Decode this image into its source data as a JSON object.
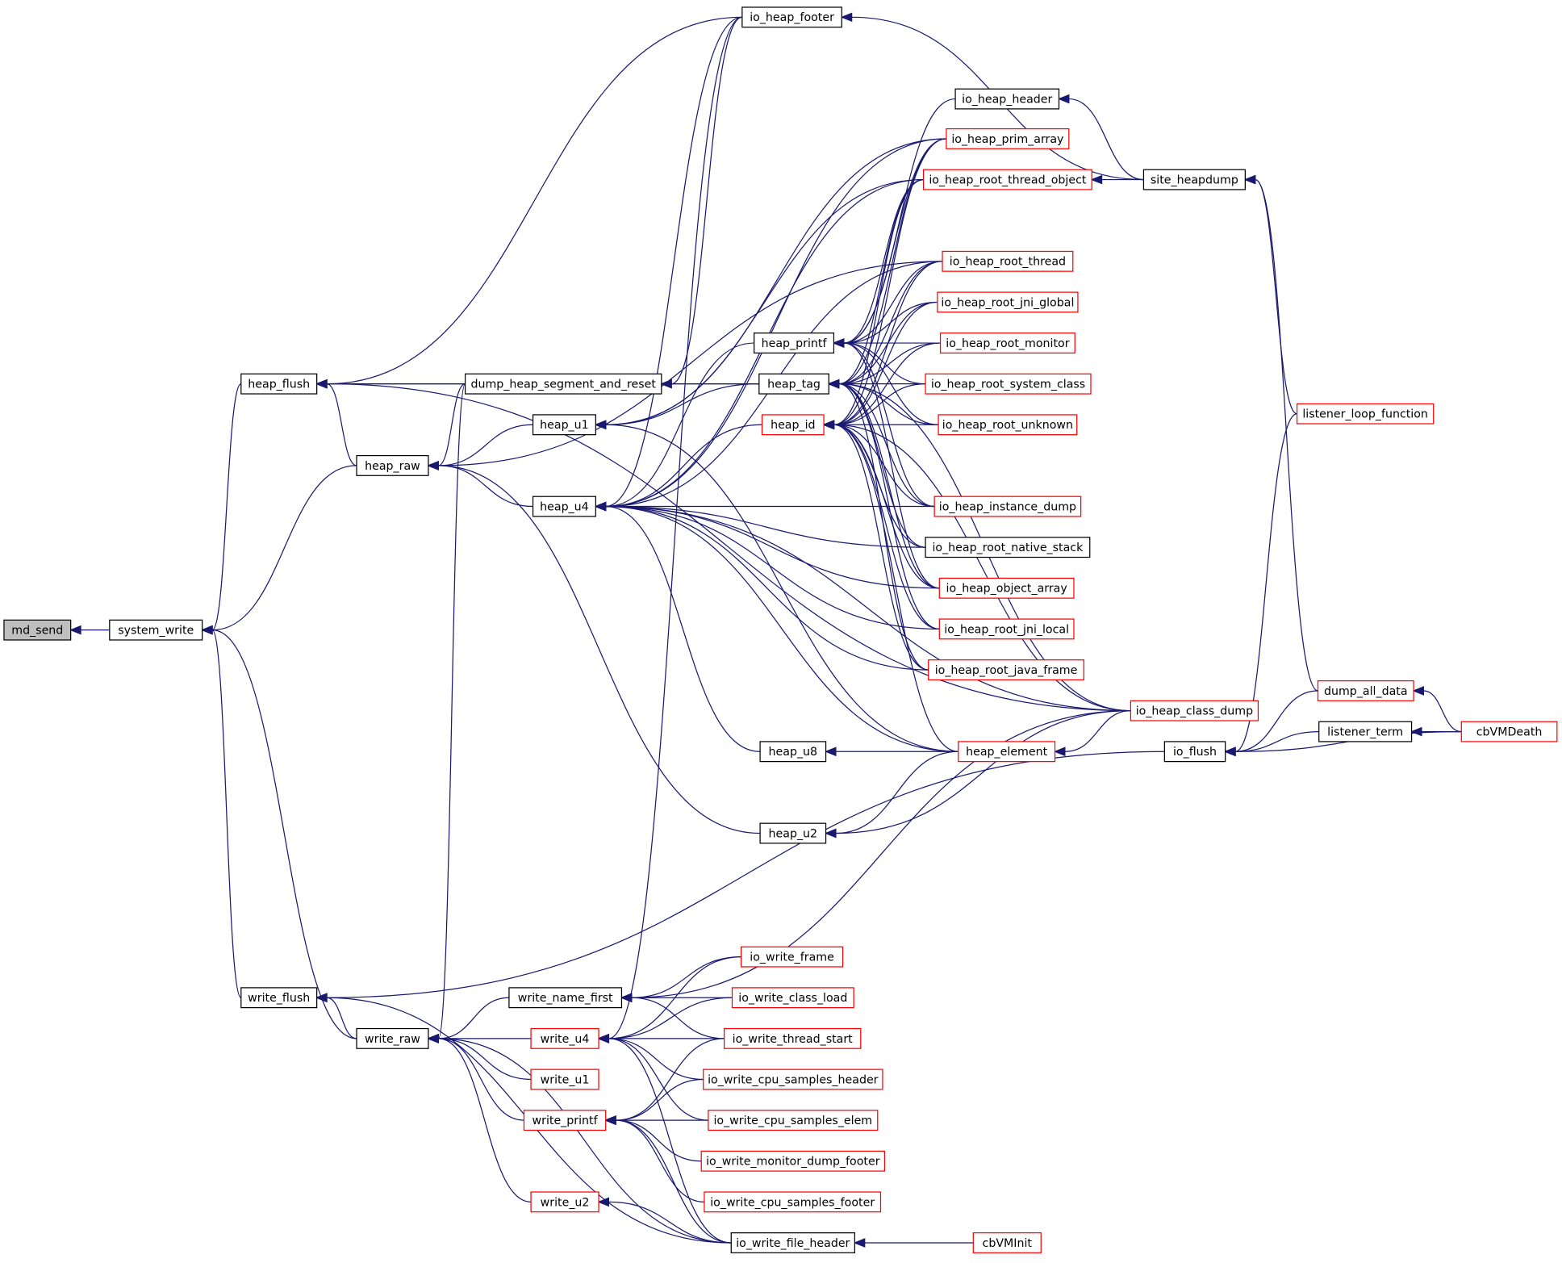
{
  "graph": {
    "edge_color": "#191970",
    "focus_fill": "#bfbfbf",
    "colors": {
      "black": "#000000",
      "red": "#ff0000"
    },
    "nodes": [
      {
        "id": "md_send",
        "label": "md_send",
        "border": "black",
        "focus": true
      },
      {
        "id": "system_write",
        "label": "system_write",
        "border": "black"
      },
      {
        "id": "heap_flush",
        "label": "heap_flush",
        "border": "black"
      },
      {
        "id": "heap_raw",
        "label": "heap_raw",
        "border": "black"
      },
      {
        "id": "write_flush",
        "label": "write_flush",
        "border": "black"
      },
      {
        "id": "write_raw",
        "label": "write_raw",
        "border": "black"
      },
      {
        "id": "io_heap_footer",
        "label": "io_heap_footer",
        "border": "black"
      },
      {
        "id": "dump_heap_segment_and_reset",
        "label": "dump_heap_segment_and_reset",
        "border": "black"
      },
      {
        "id": "heap_u1",
        "label": "heap_u1",
        "border": "black"
      },
      {
        "id": "heap_u4",
        "label": "heap_u4",
        "border": "black"
      },
      {
        "id": "heap_printf",
        "label": "heap_printf",
        "border": "black"
      },
      {
        "id": "heap_tag",
        "label": "heap_tag",
        "border": "black"
      },
      {
        "id": "heap_id",
        "label": "heap_id",
        "border": "red"
      },
      {
        "id": "heap_u8",
        "label": "heap_u8",
        "border": "black"
      },
      {
        "id": "heap_u2",
        "label": "heap_u2",
        "border": "black"
      },
      {
        "id": "heap_element",
        "label": "heap_element",
        "border": "red"
      },
      {
        "id": "io_heap_header",
        "label": "io_heap_header",
        "border": "black"
      },
      {
        "id": "io_heap_prim_array",
        "label": "io_heap_prim_array",
        "border": "red"
      },
      {
        "id": "io_heap_root_thread_object",
        "label": "io_heap_root_thread_object",
        "border": "red"
      },
      {
        "id": "io_heap_root_thread",
        "label": "io_heap_root_thread",
        "border": "red"
      },
      {
        "id": "io_heap_root_jni_global",
        "label": "io_heap_root_jni_global",
        "border": "red"
      },
      {
        "id": "io_heap_root_monitor",
        "label": "io_heap_root_monitor",
        "border": "red"
      },
      {
        "id": "io_heap_root_system_class",
        "label": "io_heap_root_system_class",
        "border": "red"
      },
      {
        "id": "io_heap_root_unknown",
        "label": "io_heap_root_unknown",
        "border": "red"
      },
      {
        "id": "io_heap_instance_dump",
        "label": "io_heap_instance_dump",
        "border": "red"
      },
      {
        "id": "io_heap_root_native_stack",
        "label": "io_heap_root_native_stack",
        "border": "black"
      },
      {
        "id": "io_heap_object_array",
        "label": "io_heap_object_array",
        "border": "red"
      },
      {
        "id": "io_heap_root_jni_local",
        "label": "io_heap_root_jni_local",
        "border": "red"
      },
      {
        "id": "io_heap_root_java_frame",
        "label": "io_heap_root_java_frame",
        "border": "red"
      },
      {
        "id": "io_heap_class_dump",
        "label": "io_heap_class_dump",
        "border": "red"
      },
      {
        "id": "site_heapdump",
        "label": "site_heapdump",
        "border": "black"
      },
      {
        "id": "listener_loop_function",
        "label": "listener_loop_function",
        "border": "red"
      },
      {
        "id": "dump_all_data",
        "label": "dump_all_data",
        "border": "red"
      },
      {
        "id": "listener_term",
        "label": "listener_term",
        "border": "black"
      },
      {
        "id": "cbVMDeath",
        "label": "cbVMDeath",
        "border": "red"
      },
      {
        "id": "io_flush",
        "label": "io_flush",
        "border": "black"
      },
      {
        "id": "write_name_first",
        "label": "write_name_first",
        "border": "black"
      },
      {
        "id": "write_u4",
        "label": "write_u4",
        "border": "red"
      },
      {
        "id": "write_u1",
        "label": "write_u1",
        "border": "red"
      },
      {
        "id": "write_printf",
        "label": "write_printf",
        "border": "red"
      },
      {
        "id": "write_u2",
        "label": "write_u2",
        "border": "red"
      },
      {
        "id": "io_write_frame",
        "label": "io_write_frame",
        "border": "red"
      },
      {
        "id": "io_write_class_load",
        "label": "io_write_class_load",
        "border": "red"
      },
      {
        "id": "io_write_thread_start",
        "label": "io_write_thread_start",
        "border": "red"
      },
      {
        "id": "io_write_cpu_samples_header",
        "label": "io_write_cpu_samples_header",
        "border": "red"
      },
      {
        "id": "io_write_cpu_samples_elem",
        "label": "io_write_cpu_samples_elem",
        "border": "red"
      },
      {
        "id": "io_write_monitor_dump_footer",
        "label": "io_write_monitor_dump_footer",
        "border": "red"
      },
      {
        "id": "io_write_cpu_samples_footer",
        "label": "io_write_cpu_samples_footer",
        "border": "red"
      },
      {
        "id": "io_write_file_header",
        "label": "io_write_file_header",
        "border": "black"
      },
      {
        "id": "cbVMInit",
        "label": "cbVMInit",
        "border": "red"
      }
    ],
    "edges": [
      [
        "md_send",
        "system_write"
      ],
      [
        "system_write",
        "heap_flush"
      ],
      [
        "system_write",
        "heap_raw"
      ],
      [
        "system_write",
        "write_flush"
      ],
      [
        "system_write",
        "write_raw"
      ],
      [
        "heap_flush",
        "io_heap_footer"
      ],
      [
        "heap_flush",
        "dump_heap_segment_and_reset"
      ],
      [
        "heap_flush",
        "heap_tag"
      ],
      [
        "heap_flush",
        "heap_raw"
      ],
      [
        "heap_flush",
        "io_heap_class_dump"
      ],
      [
        "heap_raw",
        "dump_heap_segment_and_reset"
      ],
      [
        "heap_raw",
        "heap_u1"
      ],
      [
        "heap_raw",
        "heap_u4"
      ],
      [
        "heap_raw",
        "heap_u2"
      ],
      [
        "heap_raw",
        "io_heap_root_thread"
      ],
      [
        "write_flush",
        "write_raw"
      ],
      [
        "write_flush",
        "io_flush"
      ],
      [
        "write_flush",
        "io_write_file_header"
      ],
      [
        "write_raw",
        "dump_heap_segment_and_reset"
      ],
      [
        "write_raw",
        "write_name_first"
      ],
      [
        "write_raw",
        "write_u4"
      ],
      [
        "write_raw",
        "write_u1"
      ],
      [
        "write_raw",
        "write_printf"
      ],
      [
        "write_raw",
        "write_u2"
      ],
      [
        "write_raw",
        "io_write_file_header"
      ],
      [
        "dump_heap_segment_and_reset",
        "heap_tag"
      ],
      [
        "dump_heap_segment_and_reset",
        "io_heap_footer"
      ],
      [
        "heap_u1",
        "heap_tag"
      ],
      [
        "heap_u1",
        "heap_element"
      ],
      [
        "heap_u1",
        "io_heap_prim_array"
      ],
      [
        "heap_u1",
        "io_heap_root_thread_object"
      ],
      [
        "heap_u4",
        "heap_printf"
      ],
      [
        "heap_u4",
        "heap_id"
      ],
      [
        "heap_u4",
        "heap_u8"
      ],
      [
        "heap_u4",
        "heap_element"
      ],
      [
        "heap_u4",
        "io_heap_footer"
      ],
      [
        "heap_u4",
        "io_heap_prim_array"
      ],
      [
        "heap_u4",
        "io_heap_root_thread_object"
      ],
      [
        "heap_u4",
        "io_heap_root_thread"
      ],
      [
        "heap_u4",
        "io_heap_instance_dump"
      ],
      [
        "heap_u4",
        "io_heap_root_native_stack"
      ],
      [
        "heap_u4",
        "io_heap_object_array"
      ],
      [
        "heap_u4",
        "io_heap_root_jni_local"
      ],
      [
        "heap_u4",
        "io_heap_root_java_frame"
      ],
      [
        "heap_u4",
        "io_heap_class_dump"
      ],
      [
        "heap_printf",
        "io_heap_header"
      ],
      [
        "heap_printf",
        "io_heap_prim_array"
      ],
      [
        "heap_printf",
        "io_heap_root_thread_object"
      ],
      [
        "heap_printf",
        "io_heap_root_thread"
      ],
      [
        "heap_printf",
        "io_heap_root_jni_global"
      ],
      [
        "heap_printf",
        "io_heap_root_monitor"
      ],
      [
        "heap_printf",
        "io_heap_root_system_class"
      ],
      [
        "heap_printf",
        "io_heap_root_unknown"
      ],
      [
        "heap_printf",
        "io_heap_instance_dump"
      ],
      [
        "heap_printf",
        "io_heap_object_array"
      ],
      [
        "heap_tag",
        "io_heap_prim_array"
      ],
      [
        "heap_tag",
        "io_heap_root_thread_object"
      ],
      [
        "heap_tag",
        "io_heap_root_thread"
      ],
      [
        "heap_tag",
        "io_heap_root_jni_global"
      ],
      [
        "heap_tag",
        "io_heap_root_monitor"
      ],
      [
        "heap_tag",
        "io_heap_root_system_class"
      ],
      [
        "heap_tag",
        "io_heap_root_unknown"
      ],
      [
        "heap_tag",
        "io_heap_instance_dump"
      ],
      [
        "heap_tag",
        "io_heap_root_native_stack"
      ],
      [
        "heap_tag",
        "io_heap_object_array"
      ],
      [
        "heap_tag",
        "io_heap_root_jni_local"
      ],
      [
        "heap_tag",
        "io_heap_root_java_frame"
      ],
      [
        "heap_tag",
        "io_heap_class_dump"
      ],
      [
        "heap_id",
        "io_heap_prim_array"
      ],
      [
        "heap_id",
        "io_heap_root_thread_object"
      ],
      [
        "heap_id",
        "io_heap_root_thread"
      ],
      [
        "heap_id",
        "io_heap_root_jni_global"
      ],
      [
        "heap_id",
        "io_heap_root_monitor"
      ],
      [
        "heap_id",
        "io_heap_root_system_class"
      ],
      [
        "heap_id",
        "io_heap_root_unknown"
      ],
      [
        "heap_id",
        "io_heap_instance_dump"
      ],
      [
        "heap_id",
        "io_heap_root_native_stack"
      ],
      [
        "heap_id",
        "io_heap_object_array"
      ],
      [
        "heap_id",
        "io_heap_root_jni_local"
      ],
      [
        "heap_id",
        "io_heap_root_java_frame"
      ],
      [
        "heap_id",
        "io_heap_class_dump"
      ],
      [
        "heap_id",
        "heap_element"
      ],
      [
        "heap_u8",
        "heap_element"
      ],
      [
        "heap_u2",
        "heap_element"
      ],
      [
        "heap_u2",
        "io_heap_class_dump"
      ],
      [
        "heap_element",
        "io_heap_class_dump"
      ],
      [
        "io_heap_footer",
        "site_heapdump"
      ],
      [
        "io_heap_header",
        "site_heapdump"
      ],
      [
        "io_heap_root_thread_object",
        "site_heapdump"
      ],
      [
        "site_heapdump",
        "listener_loop_function"
      ],
      [
        "site_heapdump",
        "dump_all_data"
      ],
      [
        "io_flush",
        "listener_loop_function"
      ],
      [
        "io_flush",
        "dump_all_data"
      ],
      [
        "io_flush",
        "listener_term"
      ],
      [
        "io_flush",
        "cbVMDeath"
      ],
      [
        "dump_all_data",
        "cbVMDeath"
      ],
      [
        "listener_term",
        "cbVMDeath"
      ],
      [
        "write_name_first",
        "io_write_frame"
      ],
      [
        "write_name_first",
        "io_write_class_load"
      ],
      [
        "write_name_first",
        "io_write_thread_start"
      ],
      [
        "write_name_first",
        "io_heap_class_dump"
      ],
      [
        "write_u4",
        "io_write_frame"
      ],
      [
        "write_u4",
        "io_write_class_load"
      ],
      [
        "write_u4",
        "io_write_thread_start"
      ],
      [
        "write_u4",
        "io_write_cpu_samples_header"
      ],
      [
        "write_u4",
        "io_write_cpu_samples_elem"
      ],
      [
        "write_u4",
        "io_write_file_header"
      ],
      [
        "write_u4",
        "io_heap_footer"
      ],
      [
        "write_printf",
        "io_write_thread_start"
      ],
      [
        "write_printf",
        "io_write_cpu_samples_header"
      ],
      [
        "write_printf",
        "io_write_cpu_samples_elem"
      ],
      [
        "write_printf",
        "io_write_monitor_dump_footer"
      ],
      [
        "write_printf",
        "io_write_cpu_samples_footer"
      ],
      [
        "write_printf",
        "io_write_file_header"
      ],
      [
        "write_u2",
        "io_write_file_header"
      ],
      [
        "io_write_file_header",
        "cbVMInit"
      ]
    ]
  }
}
